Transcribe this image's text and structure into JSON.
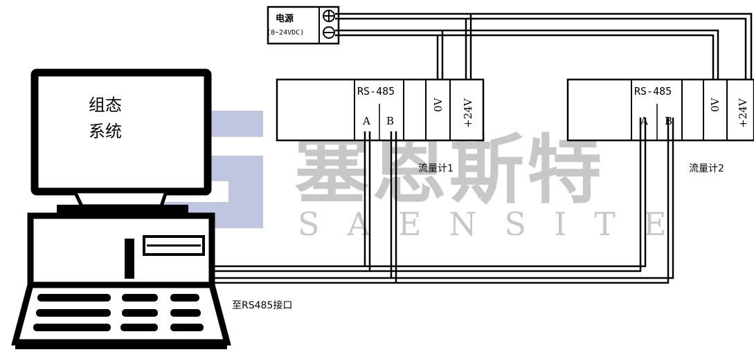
{
  "power_supply": {
    "label": "电源",
    "voltage": "(8~24VDC)"
  },
  "computer": {
    "screen_line1": "组态",
    "screen_line2": "系统"
  },
  "flowmeters": [
    {
      "name": "流量计1",
      "protocol": "RS-485",
      "terminal_a": "A",
      "terminal_b": "B",
      "terminal_0v": "0V",
      "terminal_24v": "+24V"
    },
    {
      "name": "流量计2",
      "protocol": "RS-485",
      "terminal_a": "A",
      "terminal_b": "B",
      "terminal_0v": "0V",
      "terminal_24v": "+24V"
    }
  ],
  "rs485_port_label": "至RS485接口",
  "watermark": {
    "cn": "塞恩斯特",
    "en": "SAENSITE",
    "logo_color": "#8e97c6",
    "text_color": "#9a9a9a"
  }
}
